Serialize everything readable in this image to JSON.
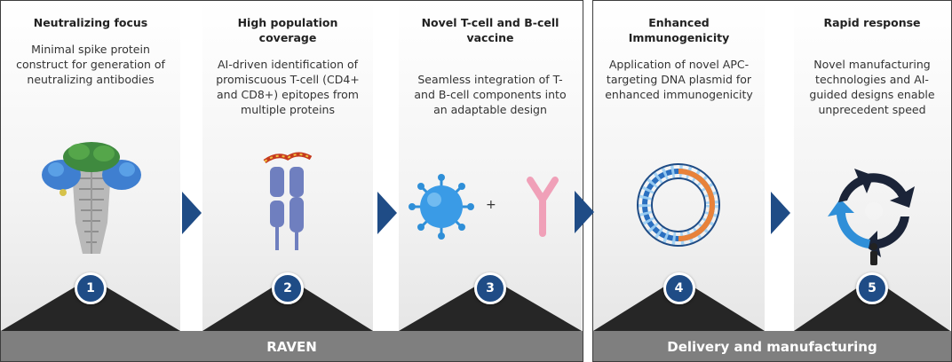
{
  "panels": [
    {
      "number": "1",
      "title": "Neutralizing focus",
      "description": "Minimal spike protein construct for generation of neutralizing antibodies",
      "icon": "spike-protein-icon"
    },
    {
      "number": "2",
      "title": "High population coverage",
      "description": "AI-driven identification of promiscuous T-cell (CD4+ and CD8+) epitopes from multiple proteins",
      "icon": "t-cell-receptor-icon"
    },
    {
      "number": "3",
      "title": "Novel T-cell and B-cell vaccine",
      "description": "Seamless integration of T- and B-cell components into an adaptable design",
      "icon": "virus-antibody-icon",
      "plus": "+"
    },
    {
      "number": "4",
      "title": "Enhanced Immunogenicity",
      "description": "Application of novel APC-targeting DNA plasmid for enhanced immunogenicity",
      "icon": "dna-plasmid-icon"
    },
    {
      "number": "5",
      "title": "Rapid response",
      "description": "Novel manufacturing technologies and AI-guided designs enable unprecedent speed",
      "icon": "cycle-icon"
    }
  ],
  "groups": [
    {
      "label": "RAVEN"
    },
    {
      "label": "Delivery and manufacturing"
    }
  ],
  "colors": {
    "badge": "#1f4c86",
    "arrow": "#1f4c86",
    "footer": "#7f7f7f",
    "mountain": "#262626",
    "virus": "#2f8fd8",
    "antibody": "#f0a0b8",
    "receptor": "#6f7fbf"
  }
}
